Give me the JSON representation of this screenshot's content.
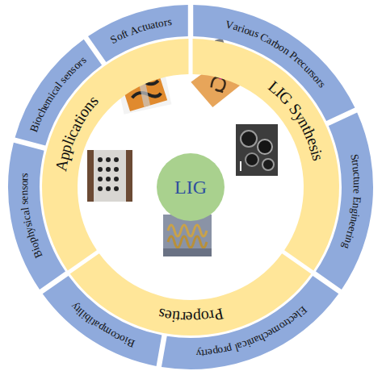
{
  "diagram": {
    "nodes": [
      {
        "text": [
          "LIG"
        ]
      },
      {
        "text": [
          "LIG Synthesis"
        ]
      },
      {
        "text": [
          "Various Carbon Precursors"
        ]
      },
      {
        "text": [
          "Structure Engineering"
        ]
      },
      {
        "text": [
          "Properties"
        ]
      },
      {
        "text": [
          "Electromechanical property"
        ]
      },
      {
        "text": [
          "Biocompatibility"
        ]
      },
      {
        "text": [
          "Applications"
        ]
      },
      {
        "text": [
          "Biophysical sensors"
        ]
      },
      {
        "text": [
          "Biochemical sensors"
        ]
      },
      {
        "text": [
          "Soft Actuators"
        ]
      }
    ]
  }
}
